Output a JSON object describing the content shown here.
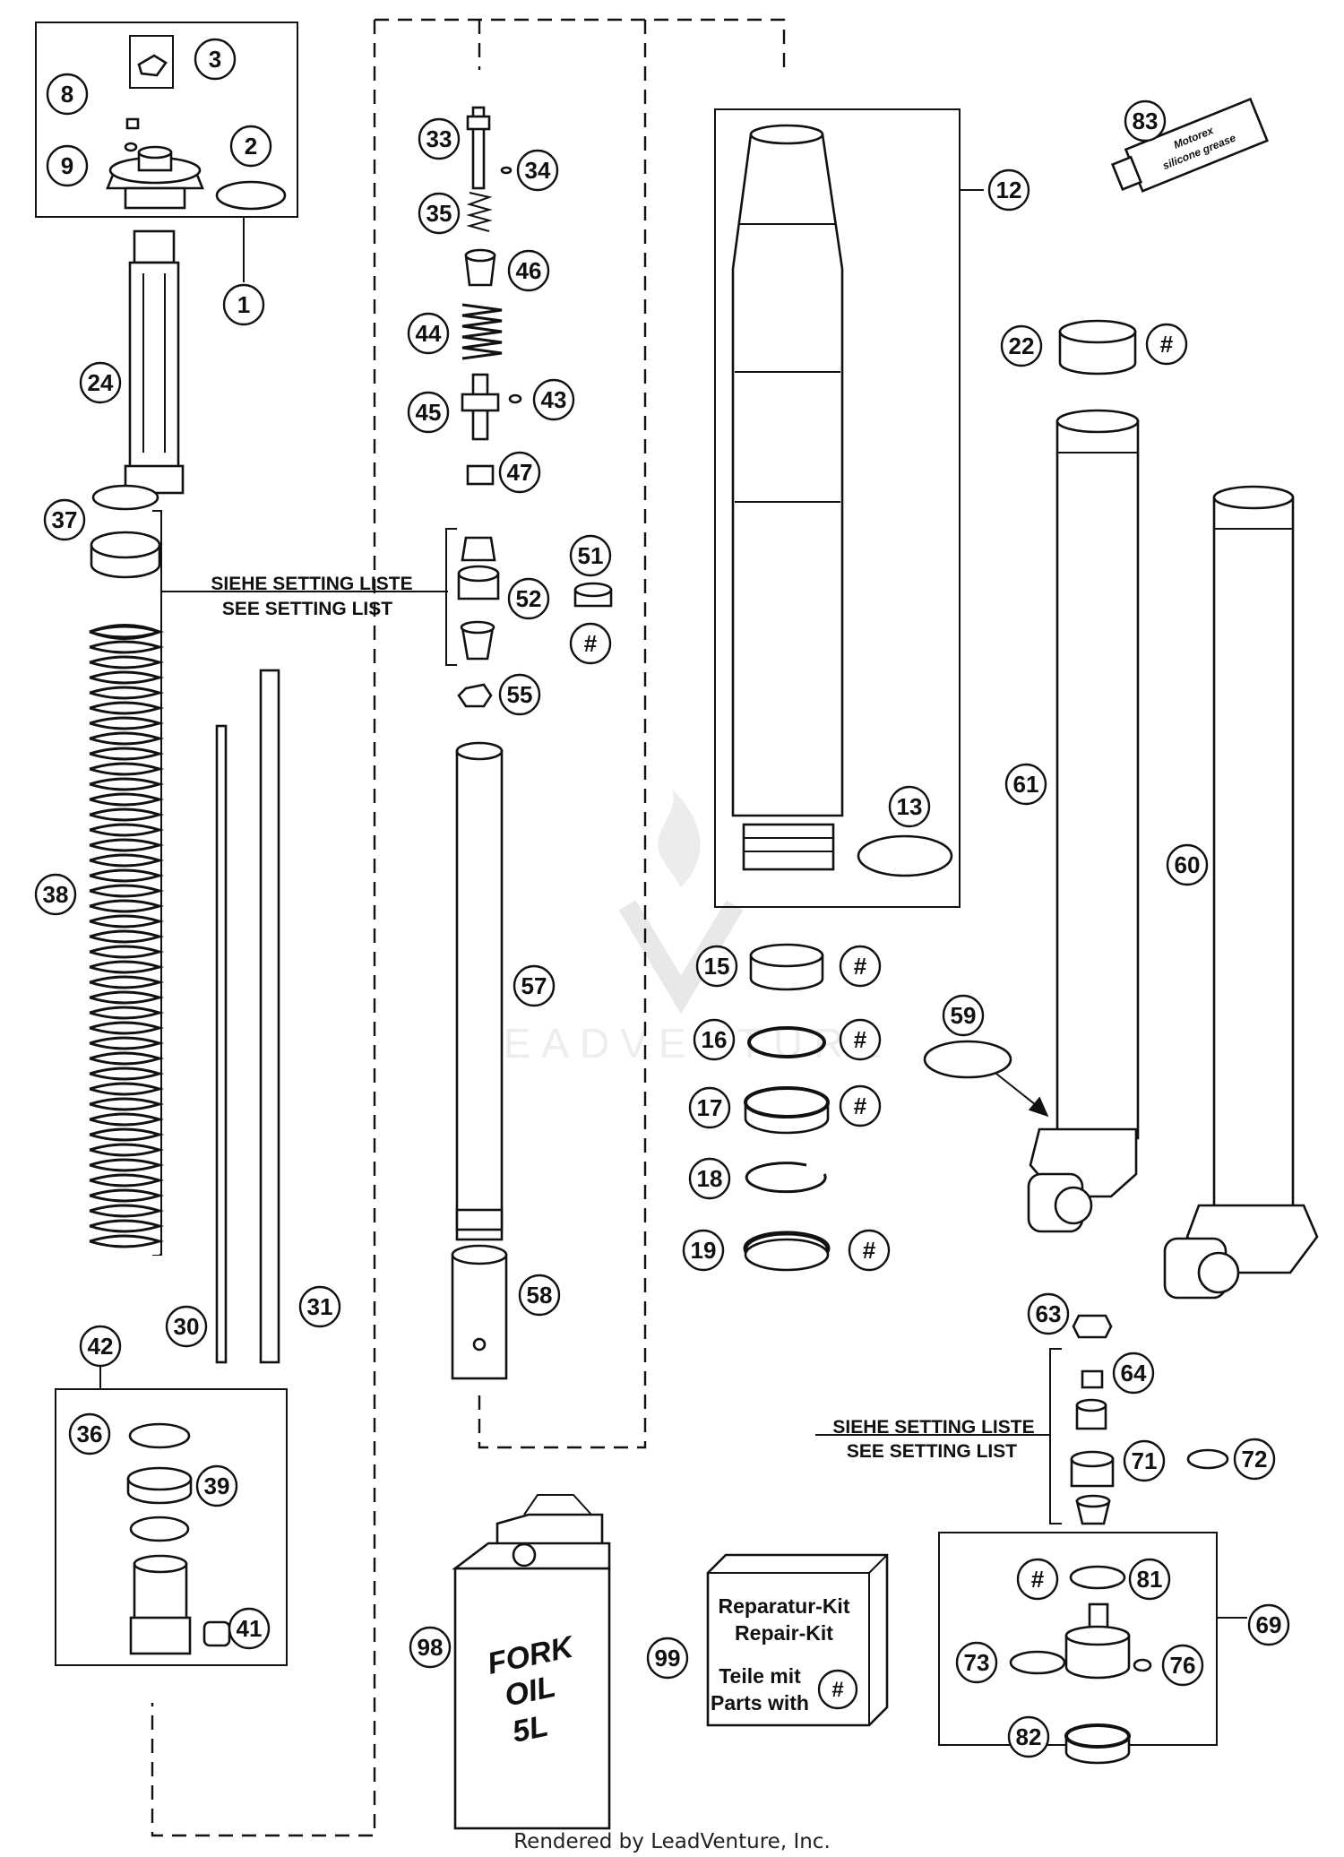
{
  "callouts": [
    "3",
    "8",
    "2",
    "9",
    "1",
    "24",
    "33",
    "34",
    "35",
    "46",
    "44",
    "45",
    "43",
    "47",
    "12",
    "83",
    "22",
    "#",
    "37",
    "51",
    "52",
    "#",
    "55",
    "38",
    "61",
    "60",
    "57",
    "13",
    "15",
    "#",
    "16",
    "#",
    "59",
    "17",
    "#",
    "18",
    "19",
    "#",
    "30",
    "31",
    "58",
    "42",
    "36",
    "39",
    "41",
    "63",
    "64",
    "71",
    "72",
    "81",
    "#",
    "73",
    "76",
    "69",
    "98",
    "99",
    "82"
  ],
  "notes": {
    "setting_de_1": "SIEHE SETTING LISTE",
    "setting_en_1": "SEE SETTING LIST",
    "setting_de_2": "SIEHE SETTING LISTE",
    "setting_en_2": "SEE SETTING LIST"
  },
  "oil_can": {
    "line1": "FORK",
    "line2": "OIL",
    "line3": "5L"
  },
  "grease_tube": {
    "line1": "Motorex",
    "line2": "silicone grease"
  },
  "repair_kit": {
    "line1": "Reparatur-Kit",
    "line2": "Repair-Kit",
    "line3": "Teile mit",
    "line4": "Parts with",
    "symbol": "#"
  },
  "watermark": "LEADVENTURE",
  "footer": "Rendered by LeadVenture, Inc.",
  "colors": {
    "ink": "#111111",
    "paper": "#ffffff",
    "watermark": "#e6e6e6"
  }
}
